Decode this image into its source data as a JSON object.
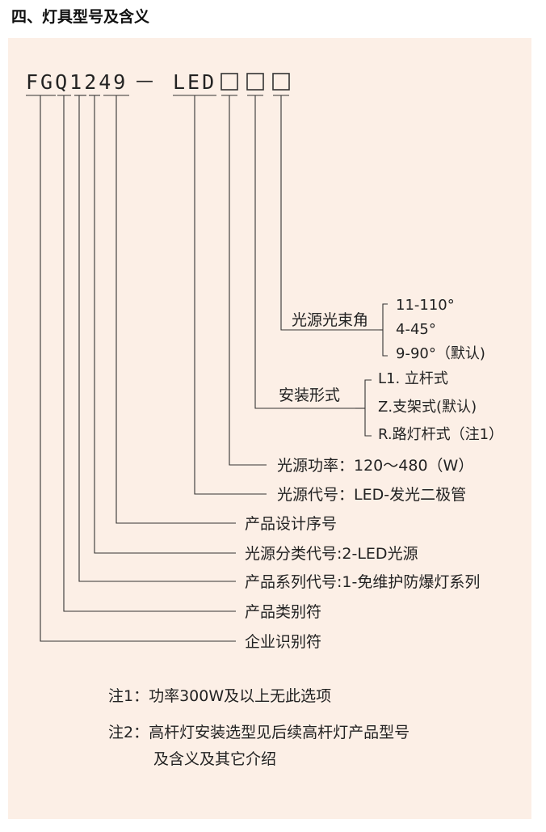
{
  "heading": "四、灯具型号及含义",
  "code": {
    "part1": "FGQ1249",
    "dash": "—",
    "part2": "LED"
  },
  "beam": {
    "label": "光源光束角",
    "options": [
      "11-110°",
      "4-45°",
      "9-90°（默认)"
    ]
  },
  "mount": {
    "label": "安装形式",
    "options": [
      "L1. 立杆式",
      "Z.支架式(默认)",
      "R.路灯杆式（注1）"
    ]
  },
  "items": [
    "光源功率：120～480（W）",
    "光源代号：LED-发光二极管",
    "产品设计序号",
    "光源分类代号:2-LED光源",
    "产品系列代号:1-免维护防爆灯系列",
    "产品类别符",
    "企业识别符"
  ],
  "notes": {
    "note1": "注1：功率300W及以上无此选项",
    "note2_line1": "注2：高杆灯安装选型见后续高杆灯产品型号",
    "note2_line2": "及含义及其它介绍"
  }
}
